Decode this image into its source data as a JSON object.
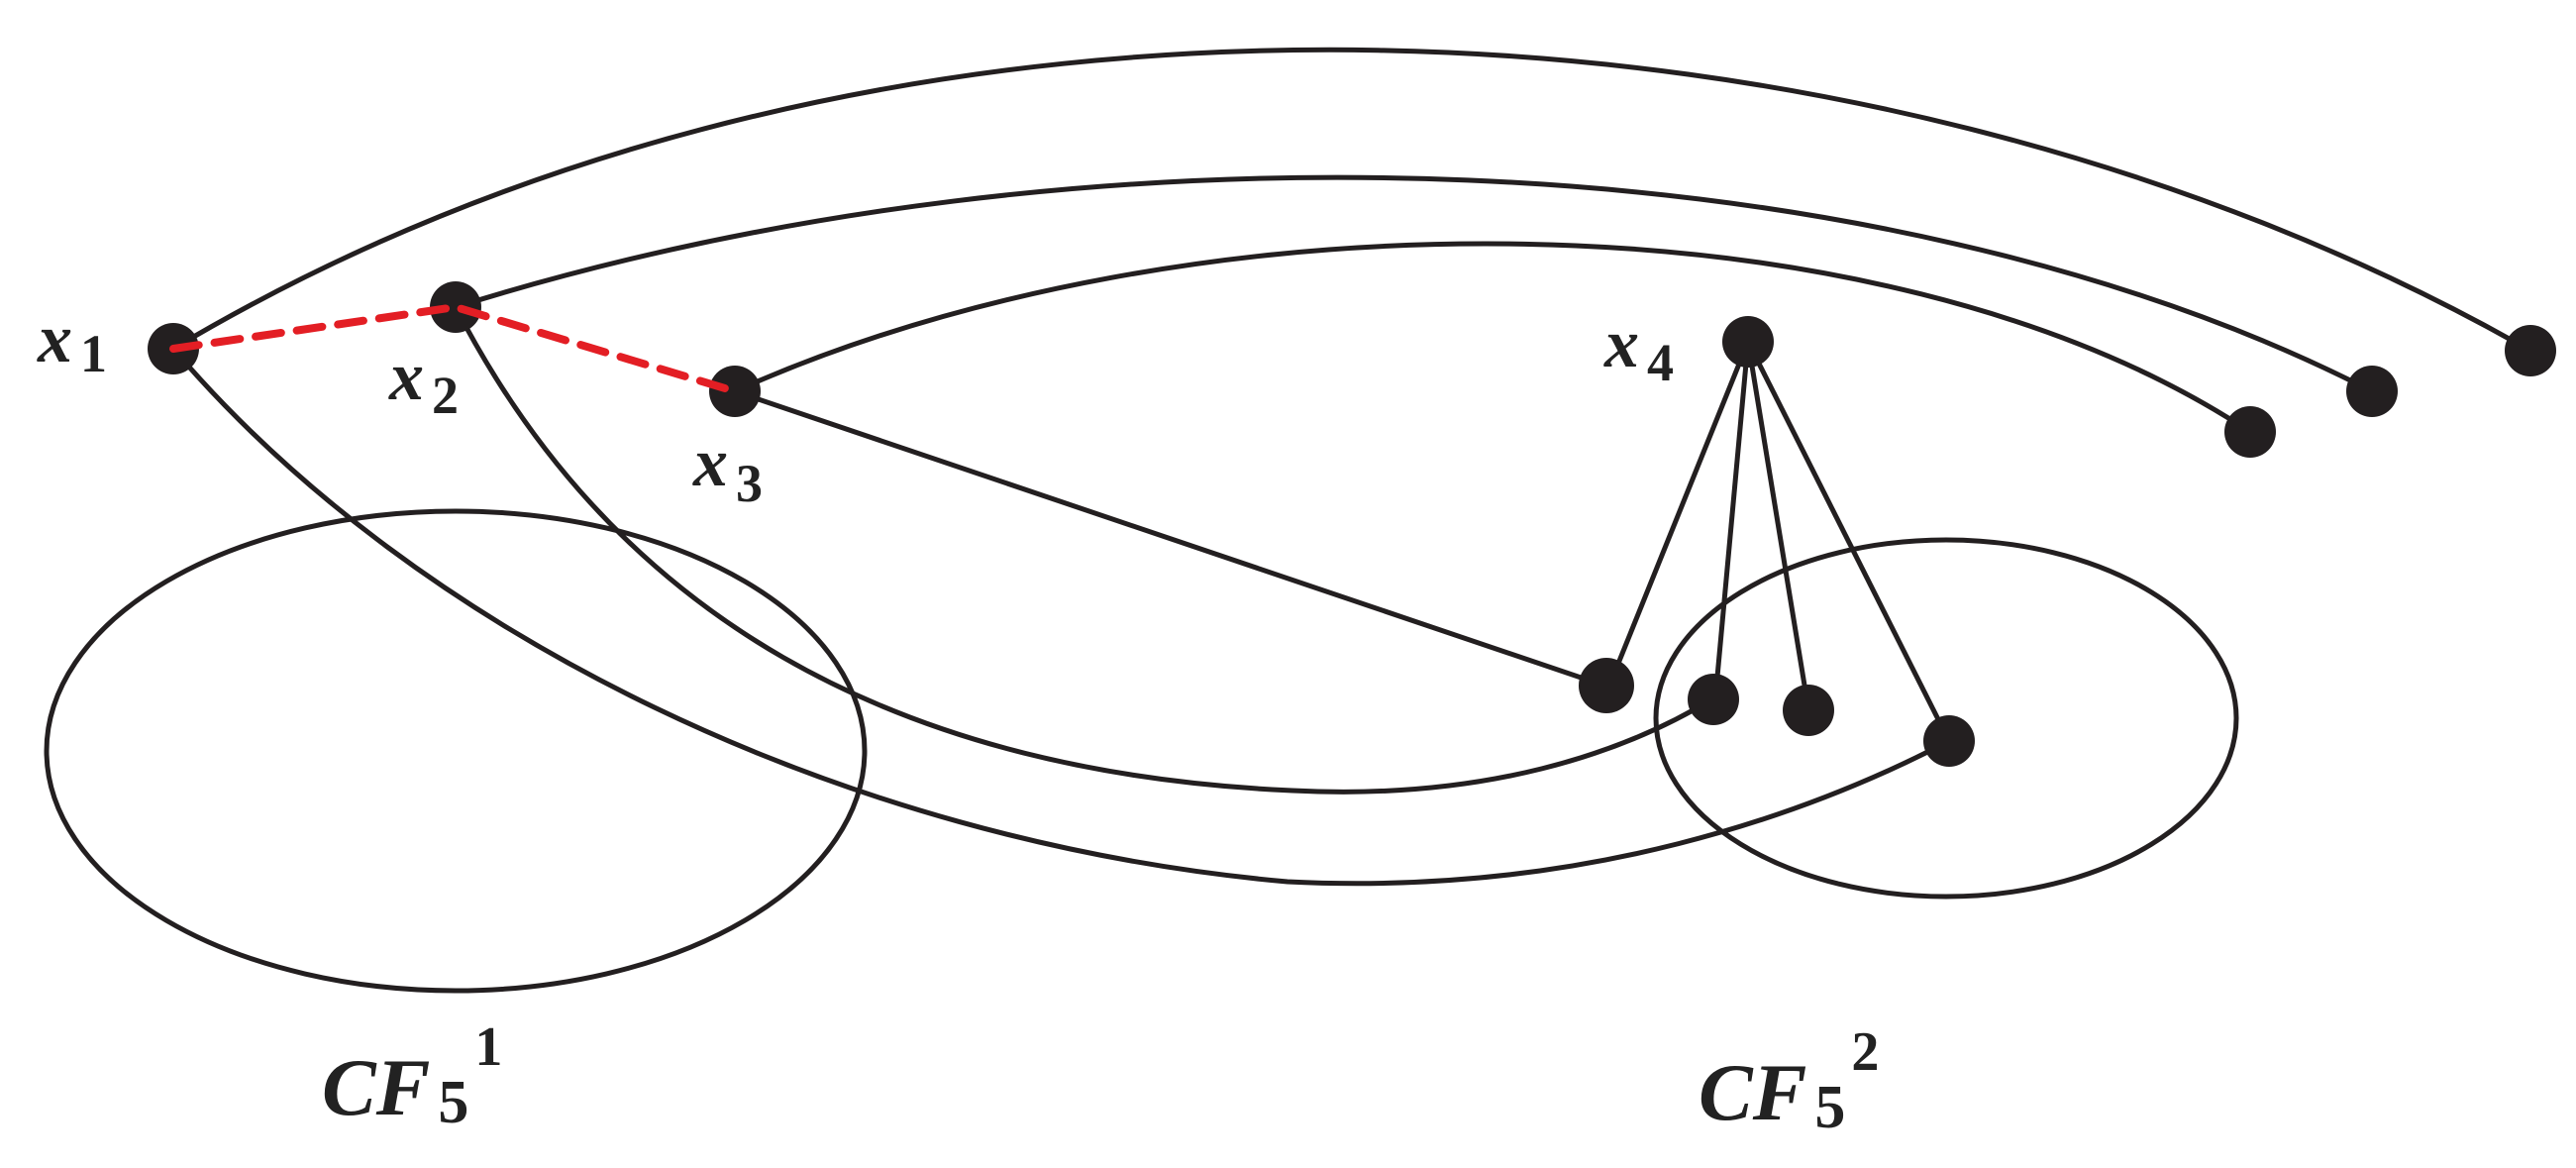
{
  "colors": {
    "ink": "#231f20",
    "dashed_path": "#e31e24",
    "background": "#ffffff"
  },
  "labels": {
    "x1": {
      "base": "x",
      "sub": "1"
    },
    "x2": {
      "base": "x",
      "sub": "2"
    },
    "x3": {
      "base": "x",
      "sub": "3"
    },
    "x4": {
      "base": "x",
      "sub": "4"
    },
    "cf1": {
      "base": "CF",
      "sub": "5",
      "sup": "1"
    },
    "cf2": {
      "base": "CF",
      "sub": "5",
      "sup": "2"
    }
  }
}
